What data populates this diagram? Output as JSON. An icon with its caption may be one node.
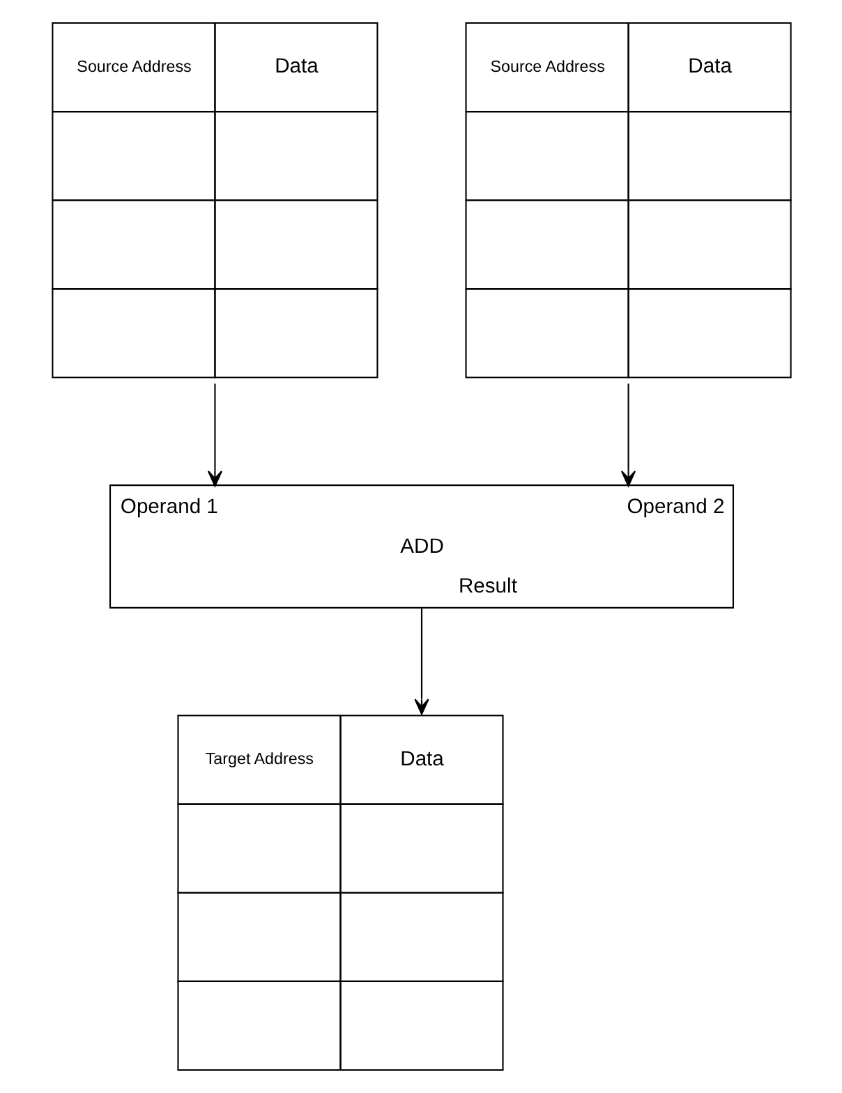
{
  "diagram": {
    "nodes": [
      {
        "text": [
          "Source Address",
          "Data"
        ]
      },
      {
        "text": [
          "Source Address",
          "Data"
        ]
      },
      {
        "text": [
          "Operand 1",
          "Operand 2",
          "ADD",
          "Result"
        ]
      },
      {
        "text": [
          "Target Address",
          "Data"
        ]
      }
    ],
    "edges": [
      {
        "from": 0,
        "to": 2,
        "arrow": "to"
      },
      {
        "from": 1,
        "to": 2,
        "arrow": "to"
      },
      {
        "from": 2,
        "to": 3,
        "arrow": "to"
      }
    ]
  }
}
